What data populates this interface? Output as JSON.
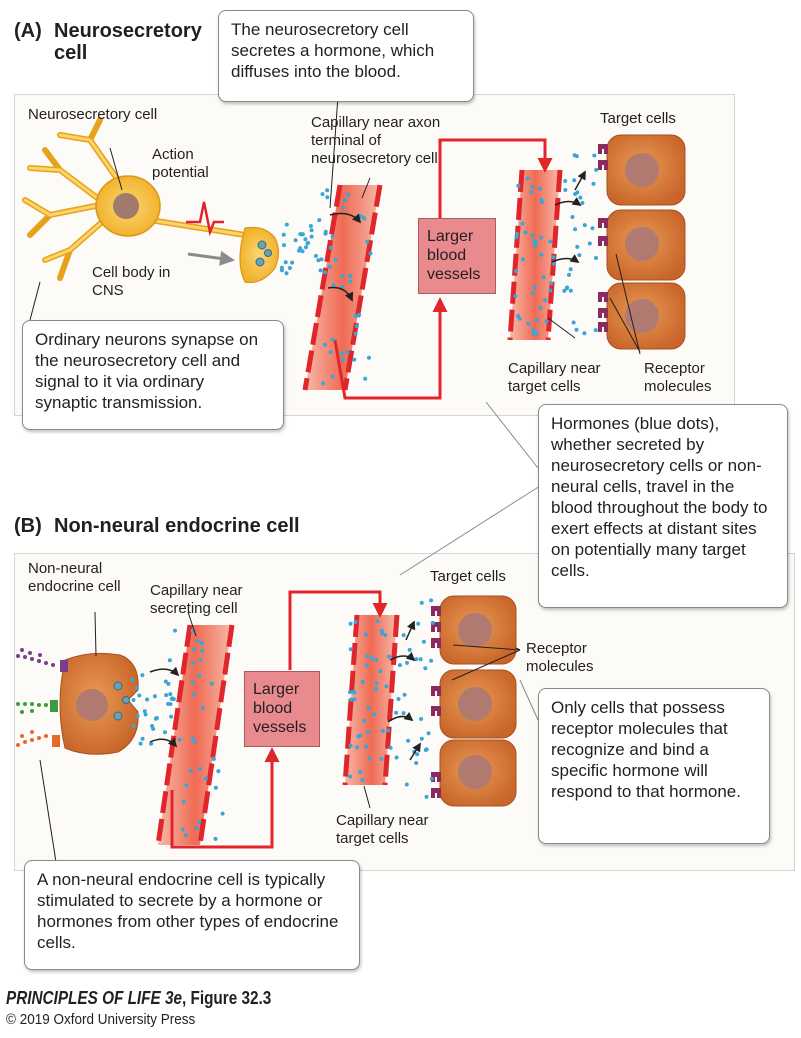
{
  "panel_a": {
    "letter": "(A)",
    "title_line1": "Neurosecretory",
    "title_line2": "cell",
    "callout_top": "The neurosecretory cell secretes a hormone, which diffuses into the blood.",
    "label_neurosecretory_cell": "Neurosecretory cell",
    "label_action_potential": "Action potential",
    "label_cell_body": "Cell body in CNS",
    "label_capillary": "Capillary near axon terminal of neurosecretory cell",
    "label_larger_vessels": "Larger blood vessels",
    "label_target_cells": "Target cells",
    "label_capillary_target": "Capillary near target cells",
    "label_receptor": "Receptor molecules",
    "callout_ordinary": "Ordinary neurons synapse on the neurosecretory cell and signal to it via ordinary synaptic transmission."
  },
  "callout_hormones": "Hormones (blue dots), whether secreted by neurosecretory cells or non-neural cells, travel in the blood throughout the body to exert effects at distant sites on potentially many target cells.",
  "panel_b": {
    "letter": "(B)",
    "title": "Non-neural endocrine cell",
    "label_endocrine_cell": "Non-neural endocrine cell",
    "label_capillary": "Capillary near secreting cell",
    "label_larger_vessels": "Larger blood vessels",
    "label_target_cells": "Target cells",
    "label_receptor": "Receptor molecules",
    "label_capillary_target": "Capillary near target cells",
    "callout_only": "Only cells that possess receptor molecules that recognize and bind a specific hormone will respond to that hormone.",
    "callout_nonneural": "A non-neural endocrine cell is typically stimulated to secrete by a hormone or hormones from other types of endocrine cells."
  },
  "credit": {
    "book": "PRINCIPLES OF LIFE 3e",
    "figure": ", Figure 32.3",
    "copyright": "© 2019 Oxford University Press"
  },
  "colors": {
    "hormone_dot": "#3aa6d8",
    "vessel_red": "#e0252b",
    "cell_orange": "#d9772f",
    "neuron_yellow": "#f2b52c",
    "receptor_purple": "#8b2a5e"
  }
}
